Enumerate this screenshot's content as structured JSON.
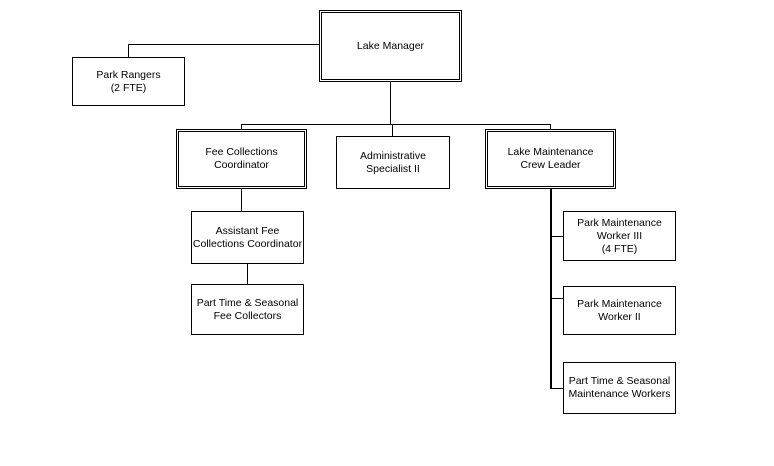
{
  "org_chart": {
    "lake_manager": "Lake Manager",
    "park_rangers": "Park Rangers\n(2 FTE)",
    "fee_collections_coordinator": "Fee Collections\nCoordinator",
    "administrative_specialist": "Administrative\nSpecialist II",
    "lake_maintenance_crew_leader": "Lake Maintenance\nCrew Leader",
    "assistant_fee_collections_coordinator": "Assistant Fee\nCollections Coordinator",
    "part_time_fee_collectors": "Part Time & Seasonal\nFee Collectors",
    "park_maintenance_worker_iii": "Park Maintenance\nWorker III\n(4 FTE)",
    "park_maintenance_worker_ii": "Park Maintenance\nWorker II",
    "part_time_maintenance_workers": "Part Time & Seasonal\nMaintenance Workers"
  }
}
